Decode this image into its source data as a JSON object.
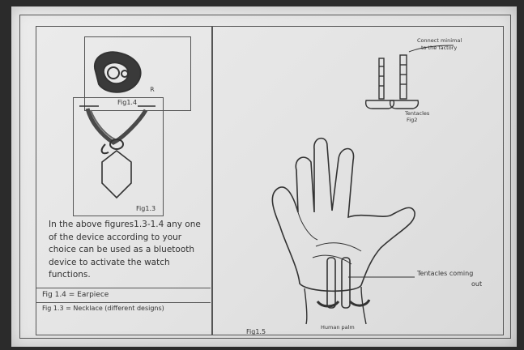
{
  "labels": {
    "fig14": "Fig1.4",
    "fig13": "Fig1.3",
    "fig15": "Fig1.5",
    "fig2": "Fig2",
    "tentacles": "Tentacles",
    "connect_note_1": "Connect minimal",
    "connect_note_2": "to the factory",
    "tentacles_coming_1": "Tentacles coming",
    "tentacles_coming_2": "out",
    "human_palm": "Human palm",
    "earpiece_R": "R"
  },
  "notes": {
    "description": "In the above figures1.3-1.4 any one of the device according to your choice can be used as a bluetooth device to activate the watch functions.",
    "fig14_line": "Fig 1.4 = Earpiece",
    "fig13_line": "Fig 1.3 = Necklace (different designs)"
  }
}
